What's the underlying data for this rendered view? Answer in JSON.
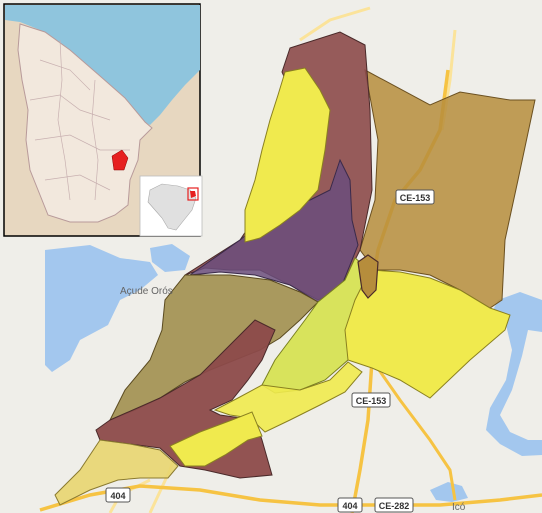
{
  "colors": {
    "land": "#efeee9",
    "water": "#a3c7ee",
    "road_major": "#f6c343",
    "road_minor": "#fbe39a",
    "district_dark": "#8c4a4a",
    "district_tan": "#b68d3c",
    "district_olive": "#9c8a45",
    "district_yellow": "#f0ea4e",
    "district_purple": "#6b4d7d",
    "district_green": "#d8e35c",
    "inset_state": "#f2e8dd",
    "inset_border": "#b89a9a",
    "inset_sea": "#8fc5dd",
    "highlight": "#e62020"
  },
  "labels": {
    "reservoir": "Açude Orós",
    "town": "Icó"
  },
  "roads": {
    "ce153_north": "CE-153",
    "ce153_south": "CE-153",
    "br404_west": "404",
    "br404_east": "404",
    "ce282": "CE-282"
  },
  "inset": {
    "state_name_icon": "ceara-locator-map",
    "country_icon": "brazil-locator-map"
  }
}
